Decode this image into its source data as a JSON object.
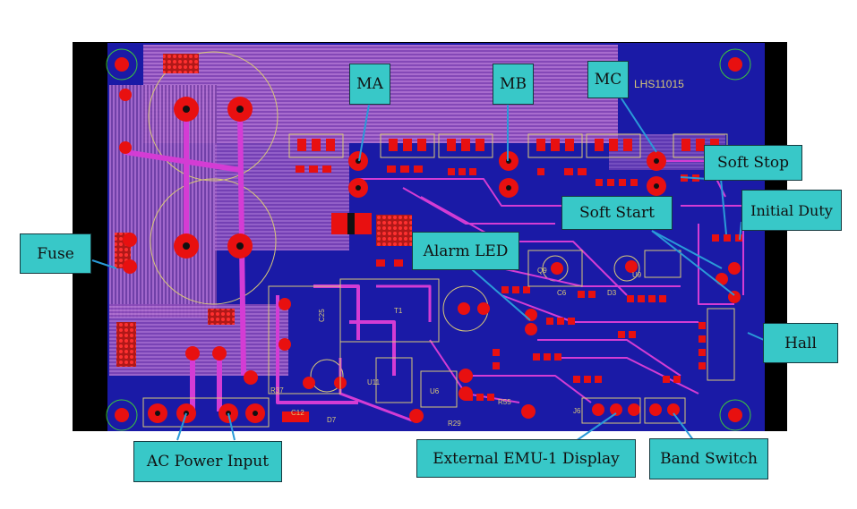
{
  "board": {
    "silkscreen_title": "LHS11015",
    "designators": [
      "R37",
      "C12",
      "C25",
      "D7",
      "T1",
      "U11",
      "U6",
      "R55",
      "R29",
      "C6",
      "D3",
      "J6",
      "Q9",
      "U9"
    ]
  },
  "callouts": {
    "ma": "MA",
    "mb": "MB",
    "mc": "MC",
    "soft_stop": "Soft Stop",
    "initial_duty": "Initial Duty",
    "soft_start": "Soft Start",
    "fuse": "Fuse",
    "alarm_led": "Alarm LED",
    "hall": "Hall",
    "ac_power_input": "AC Power Input",
    "external_display": "External EMU-1 Display",
    "band_switch": "Band Switch"
  },
  "colors": {
    "board_background": "#000000",
    "ground_fill": "#1a1aa6",
    "top_copper": "#d43cd4",
    "pad": "#e81010",
    "silkscreen": "#d8c878",
    "callout_fill": "#38c8c8",
    "leader_line": "#2a9ad8"
  }
}
